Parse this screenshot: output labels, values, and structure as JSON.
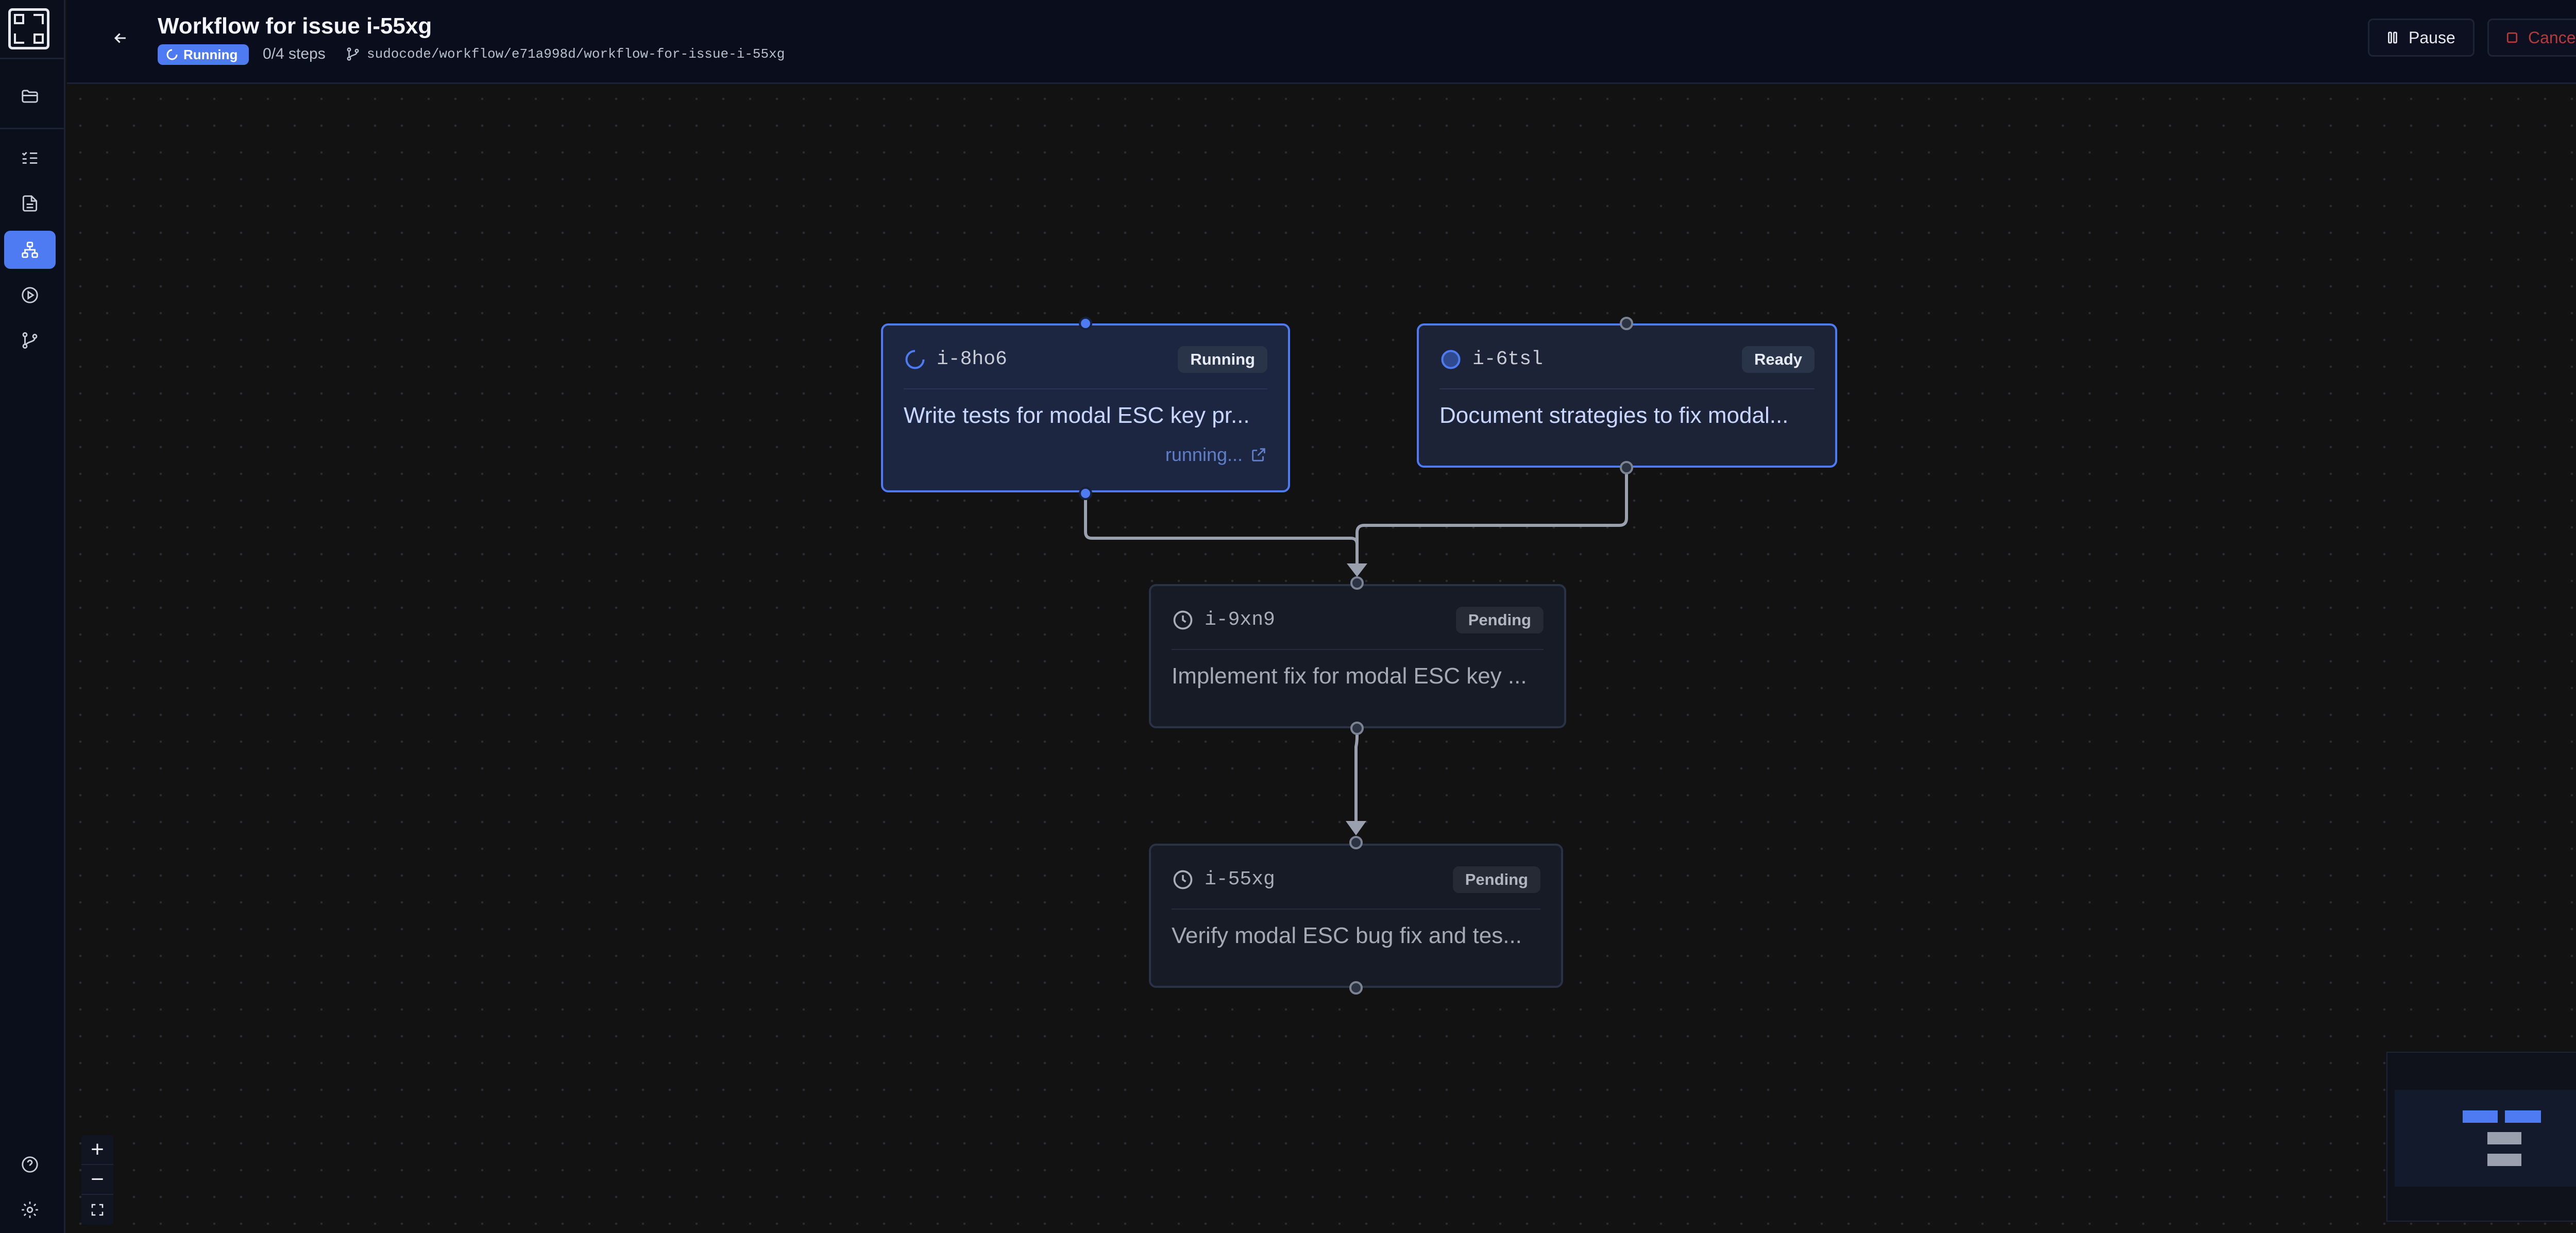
{
  "header": {
    "title": "Workflow for issue i-55xg",
    "status": "Running",
    "steps": "0/4 steps",
    "branch": "sudocode/workflow/e71a998d/workflow-for-issue-i-55xg",
    "pause_label": "Pause",
    "cancel_label": "Cancel"
  },
  "sidebar": {
    "items": [
      {
        "name": "folder",
        "icon": "folder-icon"
      },
      {
        "name": "issues",
        "icon": "list-checks-icon"
      },
      {
        "name": "specs",
        "icon": "file-text-icon"
      },
      {
        "name": "workflows",
        "icon": "workflow-icon",
        "active": true
      },
      {
        "name": "executions",
        "icon": "play-circle-icon"
      },
      {
        "name": "worktrees",
        "icon": "git-branch-icon"
      },
      {
        "name": "help",
        "icon": "help-circle-icon"
      },
      {
        "name": "settings",
        "icon": "gear-icon"
      }
    ]
  },
  "nodes": [
    {
      "id": "i-8ho6",
      "status": "Running",
      "title": "Write tests for modal ESC key pr...",
      "activity": "running..."
    },
    {
      "id": "i-6tsl",
      "status": "Ready",
      "title": "Document strategies to fix modal..."
    },
    {
      "id": "i-9xn9",
      "status": "Pending",
      "title": "Implement fix for modal ESC key ..."
    },
    {
      "id": "i-55xg",
      "status": "Pending",
      "title": "Verify modal ESC bug fix and tes..."
    }
  ],
  "zoom": {
    "in": "+",
    "out": "−"
  },
  "colors": {
    "accent": "#4f7bf2",
    "danger": "#b53a3a",
    "background": "#121212",
    "panel": "#0a0e1c"
  }
}
